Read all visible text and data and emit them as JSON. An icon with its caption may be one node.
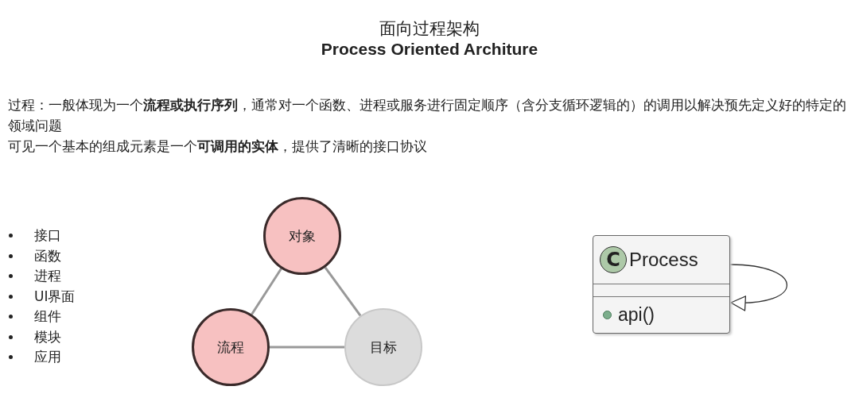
{
  "diagram": {
    "title": "面向过程架构",
    "nodes": [
      {
        "text": [
          "对象"
        ]
      },
      {
        "text": [
          "流程"
        ]
      },
      {
        "text": [
          "目标"
        ]
      },
      {
        "text": [
          "C",
          "Process",
          "api()"
        ]
      }
    ],
    "edges": [
      {
        "from": 0,
        "to": 1,
        "arrow": "none"
      },
      {
        "from": 0,
        "to": 2,
        "arrow": "none"
      },
      {
        "from": 1,
        "to": 2,
        "arrow": "none"
      },
      {
        "from": 3,
        "to": 3,
        "arrow": "to",
        "color": "#333333"
      }
    ],
    "labels": [
      "Process Oriented Architure",
      "过程：一般体现为一个**流程或执行序列**，通常对一个函数、进程或服务进行固定顺序（含分支循环逻辑的）的调用以解决预先定义好的特定的领域问题",
      "可见一个基本的组成元素是一个**可调用的实体**，提供了清晰的接口协议",
      "接口",
      "函数",
      "进程",
      "UI界面",
      "组件",
      "模块",
      "应用"
    ]
  }
}
